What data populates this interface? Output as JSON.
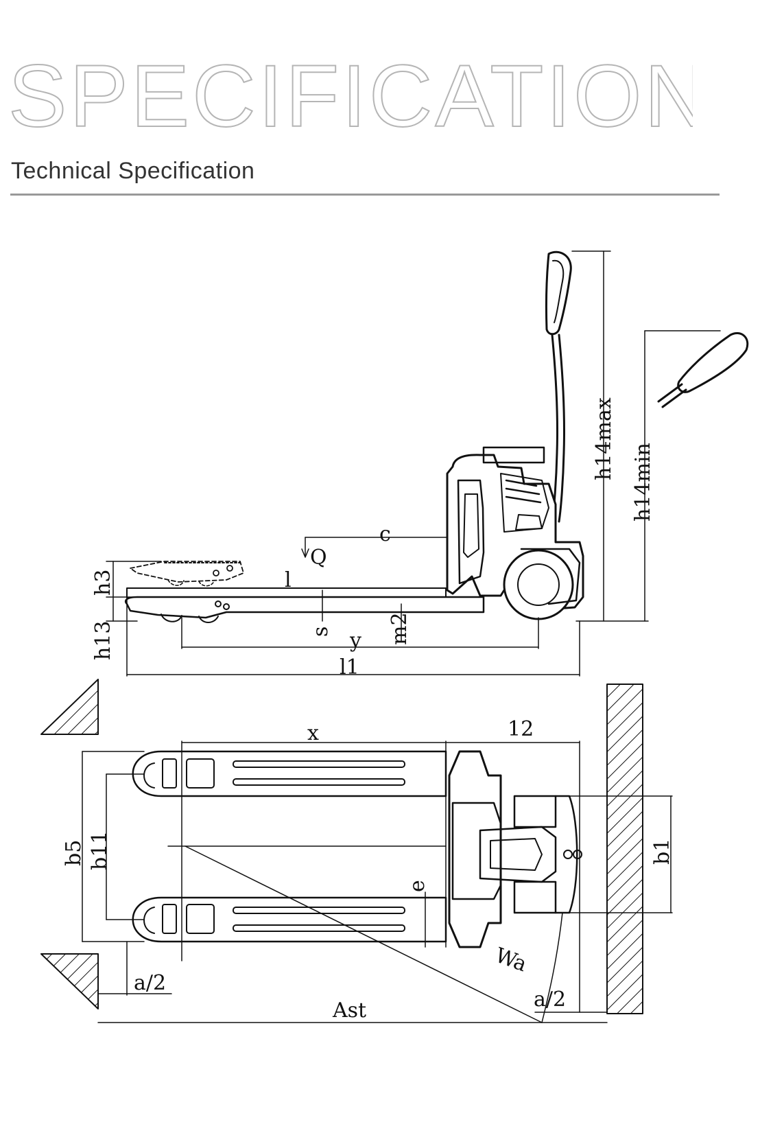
{
  "header": {
    "hero_title": "SPECIFICATION",
    "subtitle": "Technical Specification"
  },
  "side_view_labels": {
    "h14max": "h14max",
    "h14min": "h14min",
    "c": "c",
    "Q": "Q",
    "l": "l",
    "h3": "h3",
    "h13": "h13",
    "s": "s",
    "m2": "m2",
    "y": "y",
    "l1": "l1"
  },
  "top_view_labels": {
    "x": "x",
    "l2": "12",
    "b5": "b5",
    "b11": "b11",
    "b1": "b1",
    "e": "e",
    "Wa": "Wa",
    "a_half_left": "a/2",
    "a_half_right": "a/2",
    "Ast": "Ast"
  },
  "colors": {
    "line": "#111111",
    "hero_outline": "#b5b5b5",
    "rule": "#999999",
    "subtitle": "#333333"
  }
}
